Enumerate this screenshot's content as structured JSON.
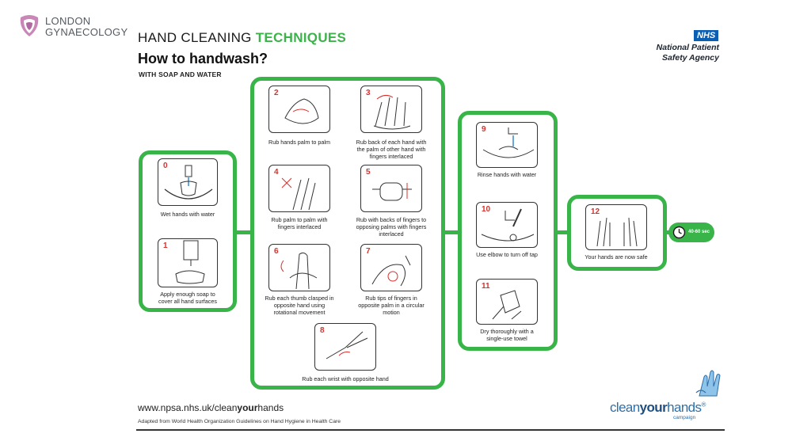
{
  "header": {
    "org_logo_line1": "LONDON",
    "org_logo_line2": "GYNAECOLOGY",
    "title_plain": "HAND CLEANING ",
    "title_accent": "TECHNIQUES",
    "subtitle": "How to handwash?",
    "tagline": "WITH SOAP AND WATER",
    "nhs_badge": "NHS",
    "agency_line1": "National Patient",
    "agency_line2": "Safety Agency"
  },
  "steps": [
    {
      "number": "0",
      "caption": "Wet hands with water"
    },
    {
      "number": "1",
      "caption": "Apply enough soap to cover all hand surfaces"
    },
    {
      "number": "2",
      "caption": "Rub hands palm to palm"
    },
    {
      "number": "3",
      "caption": "Rub back of each hand with the palm of other hand with fingers interlaced"
    },
    {
      "number": "4",
      "caption": "Rub palm to palm with fingers interlaced"
    },
    {
      "number": "5",
      "caption": "Rub with backs of fingers to opposing palms with fingers interlaced"
    },
    {
      "number": "6",
      "caption": "Rub each thumb clasped in opposite hand using rotational movement"
    },
    {
      "number": "7",
      "caption": "Rub tips of fingers in opposite palm in a circular motion"
    },
    {
      "number": "8",
      "caption": "Rub each wrist with opposite hand"
    },
    {
      "number": "9",
      "caption": "Rinse hands with water"
    },
    {
      "number": "10",
      "caption": "Use elbow to turn off tap"
    },
    {
      "number": "11",
      "caption": "Dry thoroughly with a single-use towel"
    },
    {
      "number": "12",
      "caption": "Your hands are now safe"
    }
  ],
  "timer": {
    "label": "40-60 sec",
    "icon": "clock-icon"
  },
  "footer": {
    "website_prefix": "www.npsa.nhs.uk/clean",
    "website_bold": "your",
    "website_suffix": "hands",
    "adapted": "Adapted from World Health Organization Guidelines on Hand Hygiene in Health Care",
    "campaign_clean": "clean",
    "campaign_your": "your",
    "campaign_hands": "hands",
    "campaign_reg": "®",
    "campaign_word": "campaign"
  },
  "colors": {
    "accent_green": "#38b449",
    "step_number_red": "#d9302b",
    "nhs_blue": "#0b5fb3",
    "campaign_blue": "#2e6fa7",
    "logo_pink": "#c987b8"
  }
}
